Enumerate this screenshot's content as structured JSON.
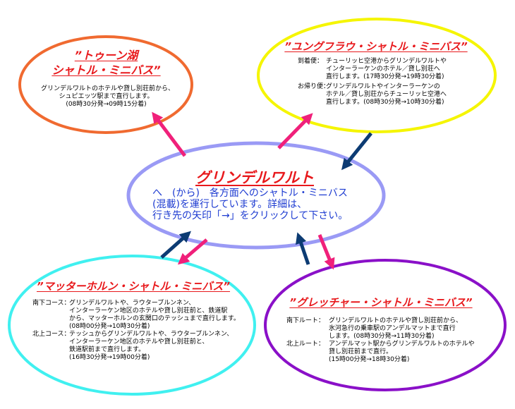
{
  "center": {
    "title": "グリンデルワルト",
    "lines": [
      "へ　(から)　各方面へのシャトル・ミニバス",
      "(混載)を運行しています。詳細は、",
      "行き先の矢印「→」をクリックして下さい。"
    ]
  },
  "thun": {
    "title_line1": "”トゥーン湖",
    "title_line2": "シャトル・ミニバス”",
    "lines": [
      "グリンデルワルトのホテルや貸し別荘前から、",
      "シュピエッツ駅まで直行します。",
      "(08時30分発→09時15分着)"
    ]
  },
  "jungfrau": {
    "title": "”ユングフラウ・シャトル・ミニバス”",
    "arrival_label": "到着便：",
    "arrival_lines": [
      "チューリッヒ空港からグリンデルワルトや",
      "インターラーケンのホテル／貸し別荘へ",
      "直行します。(17時30分発→19時30分着)"
    ],
    "departure_label": "お帰り便：",
    "departure_lines": [
      "グリンデルワルトやインターラーケンの",
      "ホテル／貸し別荘からチューリッヒ空港へ",
      "直行します。(08時30分発→10時30分着)"
    ]
  },
  "matterhorn": {
    "title": "”マッターホルン・シャトル・ミニバス”",
    "south_label": "南下コース：",
    "south_lines": [
      "グリンデルワルトや、ラウターブルンネン、",
      "インターラーケン地区のホテルや貸し別荘前と、鉄道駅",
      "から、マッターホルンの玄関口のテッシュまで直行します。",
      "(08時00分発→10時30分着)"
    ],
    "north_label": "北上コース：",
    "north_lines": [
      "テッシュからグリンデルワルトや、ラウターブルンネン、",
      "インターラーケン地区のホテルや貸し別荘前と、",
      "鉄道駅前まで直行します。",
      "(16時30分発→19時00分着)"
    ]
  },
  "glacier": {
    "title": "”グレッチャー・シャトル・ミニバス”",
    "south_label": "南下ルート：",
    "south_lines": [
      "グリンデルワルトのホテルや貸し別荘前から、",
      "氷河急行の乗車駅のアンデルマットまで直行",
      "します。(08時30分発→11時30分着)"
    ],
    "north_label": "北上ルート：",
    "north_lines": [
      "アンデルマット駅からグリンデルワルトのホテルや",
      "貸し別荘前まで直行。",
      "(15時00分発→18時30分着)"
    ]
  },
  "colors": {
    "thun_ring": "#f06a30",
    "jungfrau_ring": "#f5f500",
    "matterhorn_ring": "#40f0f0",
    "glacier_ring": "#8a10c8",
    "center_ring": "#9a9af5",
    "title_red": "#e8191c",
    "center_text_blue": "#1d3bd1",
    "arrow_pink": "#f0207a",
    "arrow_navy": "#0c3b73"
  }
}
